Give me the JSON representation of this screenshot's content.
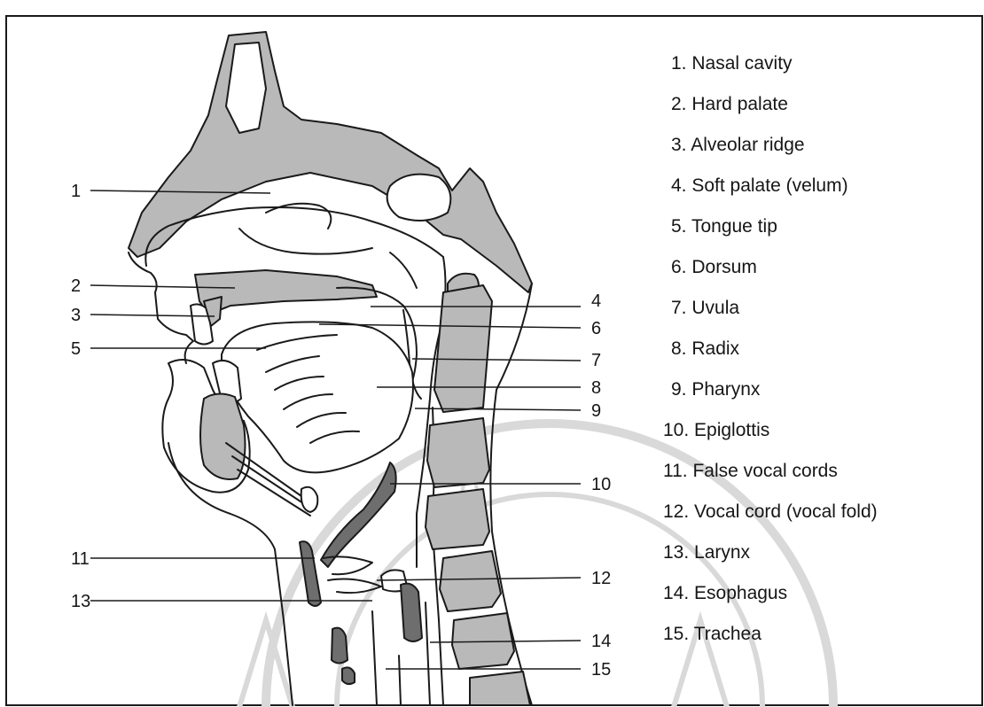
{
  "diagram": {
    "callout_numbers": [
      "1",
      "2",
      "3",
      "4",
      "5",
      "6",
      "7",
      "8",
      "9",
      "10",
      "11",
      "12",
      "13",
      "14",
      "15"
    ],
    "legend": [
      "1. Nasal cavity",
      "2. Hard palate",
      "3. Alveolar ridge",
      "4. Soft palate (velum)",
      "5. Tongue tip",
      "6. Dorsum",
      "7. Uvula",
      "8. Radix",
      "9. Pharynx",
      "10. Epiglottis",
      "11. False vocal cords",
      "12. Vocal cord (vocal fold)",
      "13. Larynx",
      "14. Esophagus",
      "15. Trachea"
    ]
  },
  "colors": {
    "line": "#1a1a1a",
    "shade": "#b9b9b9",
    "dark_shade": "#6e6e6e",
    "watermark": "#d9d9d9"
  }
}
